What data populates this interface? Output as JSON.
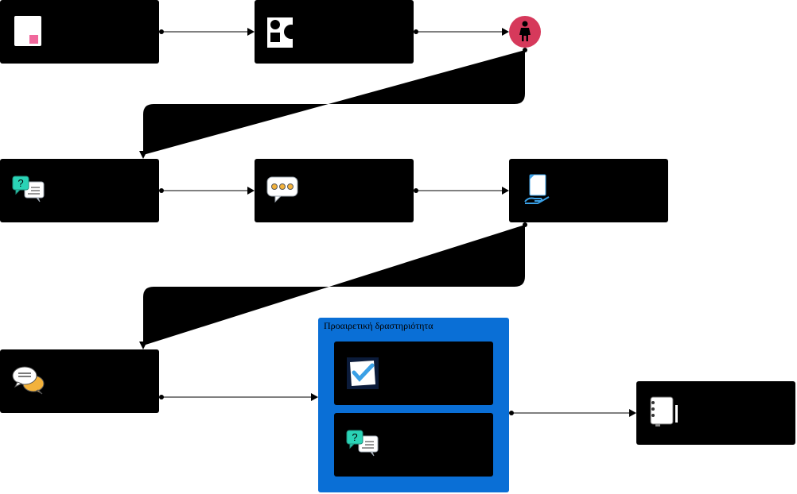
{
  "diagram": {
    "colors": {
      "node_fill": "#000000",
      "group_fill": "#0a6fd6",
      "person_fill": "#d6395b",
      "accent_teal": "#2ad3b6",
      "accent_pink": "#f0689c",
      "accent_orange": "#f3b23b",
      "accent_blue": "#3aa0e6"
    },
    "nodes": [
      {
        "id": "n1",
        "icon": "document-icon"
      },
      {
        "id": "n2",
        "icon": "shapes-icon"
      },
      {
        "id": "n3",
        "icon": "person-icon"
      },
      {
        "id": "n4",
        "icon": "question-chat-icon"
      },
      {
        "id": "n5",
        "icon": "typing-bubble-icon"
      },
      {
        "id": "n6",
        "icon": "hand-document-icon"
      },
      {
        "id": "n7",
        "icon": "discussion-icon"
      },
      {
        "id": "n8",
        "icon": "checklist-icon"
      },
      {
        "id": "n9",
        "icon": "question-chat-icon"
      },
      {
        "id": "n10",
        "icon": "notebook-icon"
      }
    ],
    "group": {
      "label": "Προαιρετική δραστηριότητα",
      "children": [
        "n8",
        "n9"
      ]
    }
  }
}
